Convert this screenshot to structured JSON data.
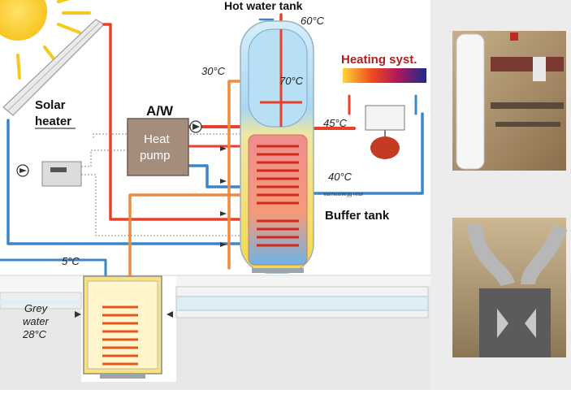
{
  "labels": {
    "hot_water_tank": "Hot water tank",
    "solar_heater_line1": "Solar",
    "solar_heater_line2": "heater",
    "heating_system": "Heating syst.",
    "aw": "A/W",
    "heat_pump_line1": "Heat",
    "heat_pump_line2": "pump",
    "buffer_tank": "Buffer tank",
    "grey_water_line1": "Grey",
    "grey_water_line2": "water",
    "grey_water_line3": "28°C",
    "small_return_label": "Varmeanlegg retur"
  },
  "temperatures": {
    "t60": "60°C",
    "t30": "30°C",
    "t70": "70°C",
    "t45": "45°C",
    "t40": "40°C",
    "t5": "5°C"
  },
  "colors": {
    "hot_pipe": "#e8402a",
    "warm_pipe": "#f08a3c",
    "cold_pipe": "#3a86c8",
    "tank_top": "#bfe2f5",
    "tank_bottom": "#f3df6a",
    "heat_pump_box": "#a48d7b",
    "ground": "#e6e6e6"
  },
  "photos": {
    "top": "installation-photo-tanks",
    "bottom": "installation-photo-heat-recovery"
  }
}
